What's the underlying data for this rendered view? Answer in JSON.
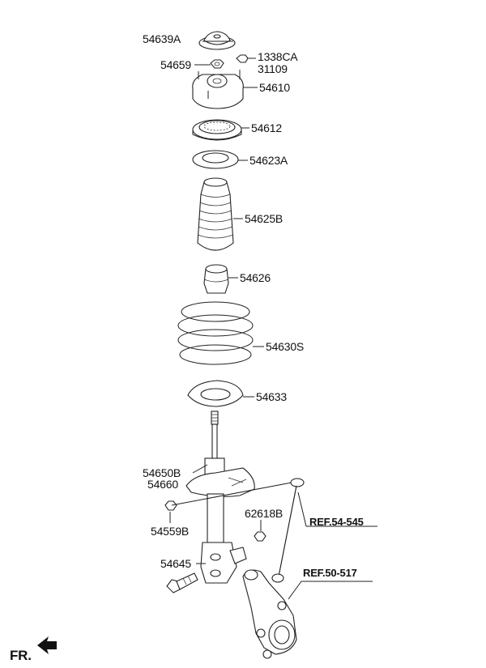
{
  "labels": {
    "p54639A": "54639A",
    "p54659": "54659",
    "p1338CA": "1338CA",
    "p31109": "31109",
    "p54610": "54610",
    "p54612": "54612",
    "p54623A": "54623A",
    "p54625B": "54625B",
    "p54626": "54626",
    "p54630S": "54630S",
    "p54633": "54633",
    "p54650B": "54650B",
    "p54660": "54660",
    "p54559B": "54559B",
    "p62618B": "62618B",
    "p54645": "54645",
    "ref1": "REF.54-545",
    "ref2": "REF.50-517",
    "fr": "FR."
  },
  "icons": {
    "front_arrow": "arrow-left-icon"
  }
}
